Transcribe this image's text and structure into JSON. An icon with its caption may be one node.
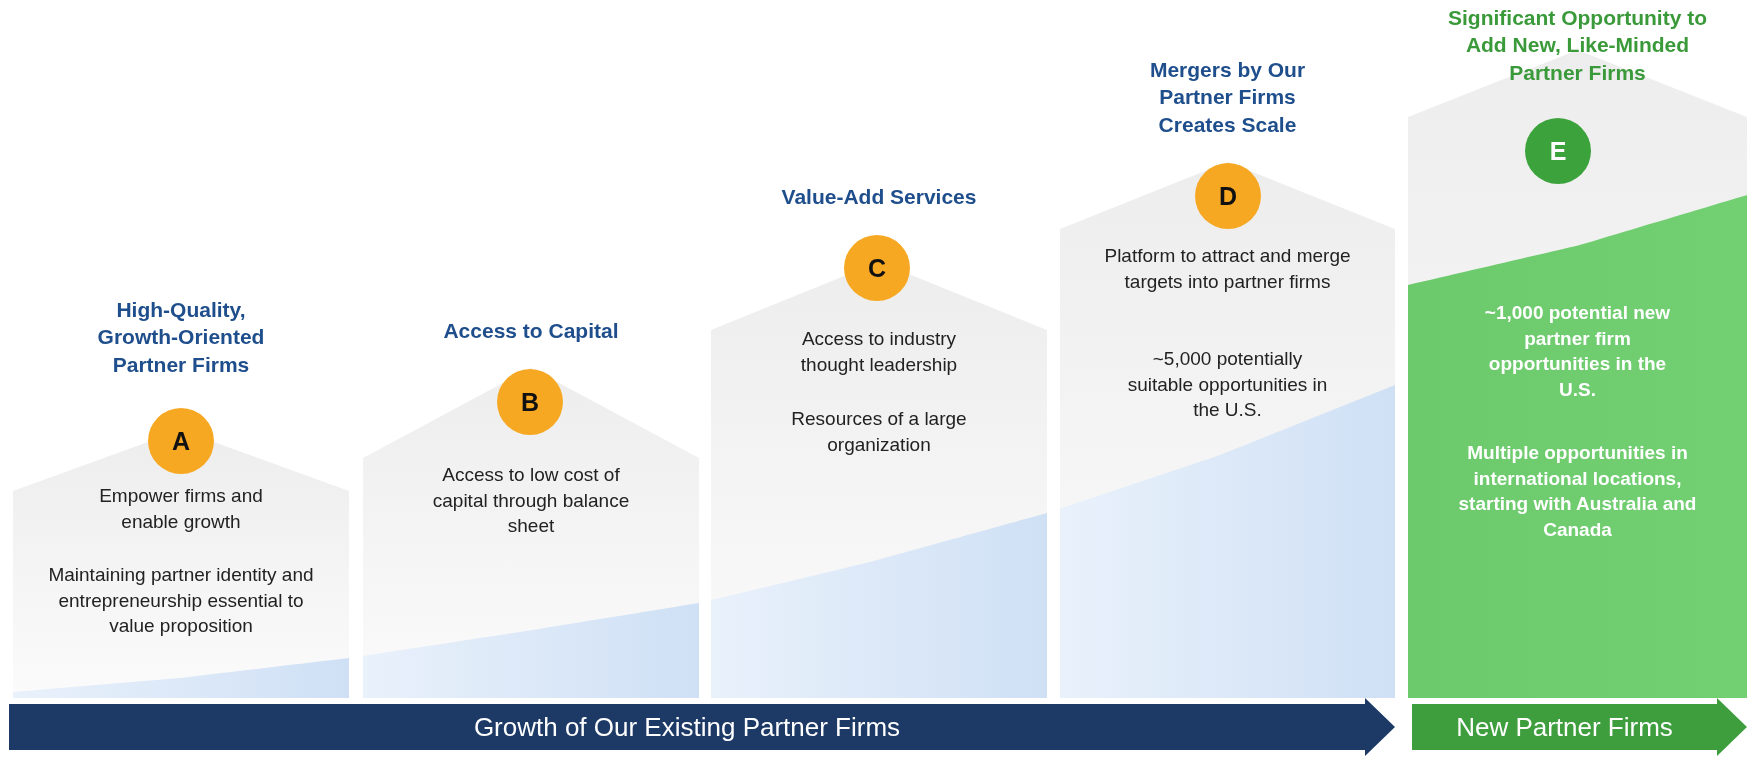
{
  "diagram": {
    "nodes": [
      {
        "text": [
          "High-Quality, Growth-Oriented Partner Firms",
          "Empower firms and enable growth",
          "Maintaining partner identity and entrepreneurship essential to value proposition"
        ]
      },
      {
        "text": [
          "A"
        ],
        "in": 0
      },
      {
        "text": [
          "Access to Capital",
          "Access to low cost of capital through balance sheet"
        ]
      },
      {
        "text": [
          "B"
        ],
        "in": 2
      },
      {
        "text": [
          "Value-Add Services",
          "Access to industry thought leadership",
          "Resources of a large organization"
        ]
      },
      {
        "text": [
          "C"
        ],
        "in": 4
      },
      {
        "text": [
          "Mergers by Our Partner Firms Creates Scale",
          "Platform to attract and merge targets into partner firms",
          "~5,000 potentially suitable opportunities in the U.S."
        ]
      },
      {
        "text": [
          "D"
        ],
        "in": 6
      },
      {
        "text": [
          "Significant Opportunity to Add New, Like-Minded Partner Firms",
          "~1,000 potential new partner firm opportunities in the U.S.",
          "Multiple opportunities in international locations, starting with Australia and Canada"
        ]
      },
      {
        "text": [
          "E"
        ],
        "in": 8
      },
      {
        "text": [
          "Growth of Our Existing Partner Firms"
        ]
      },
      {
        "text": [
          "New Partner Firms"
        ]
      }
    ]
  }
}
